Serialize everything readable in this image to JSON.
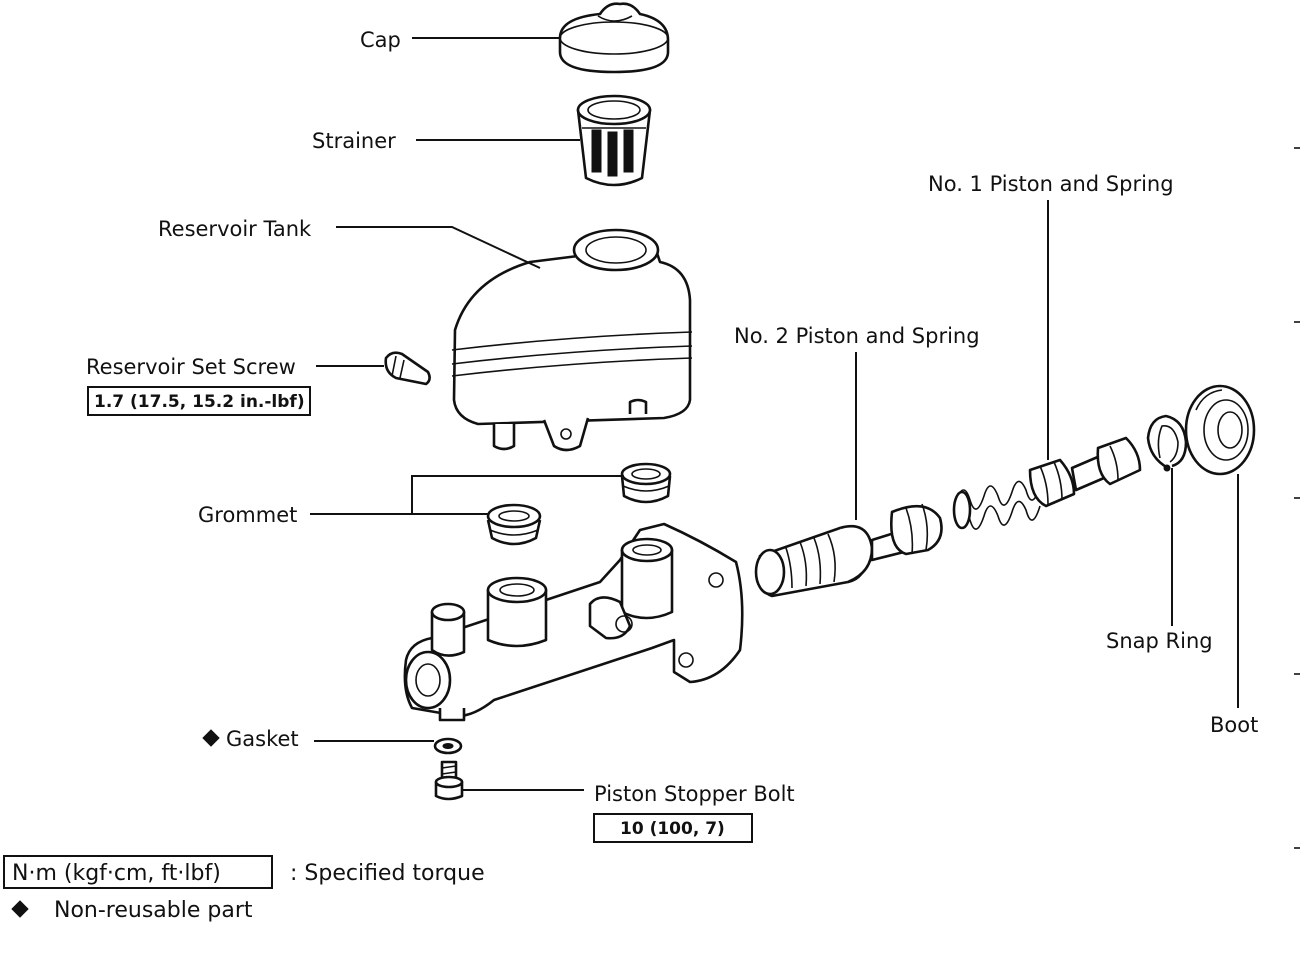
{
  "labels": {
    "cap": "Cap",
    "strainer": "Strainer",
    "reservoir_tank": "Reservoir Tank",
    "reservoir_set_screw": "Reservoir Set Screw",
    "reservoir_set_screw_torque": "1.7 (17.5, 15.2 in.-lbf)",
    "grommet": "Grommet",
    "gasket": "Gasket",
    "piston_stopper_bolt": "Piston Stopper Bolt",
    "piston_stopper_bolt_torque": "10 (100, 7)",
    "no2_piston": "No. 2 Piston and Spring",
    "no1_piston": "No. 1 Piston and Spring",
    "snap_ring": "Snap Ring",
    "boot": "Boot"
  },
  "legend": {
    "torque_units": "N·m (kgf·cm, ft·lbf)",
    "torque_desc": ": Specified torque",
    "nonreusable_desc": "Non-reusable part"
  },
  "colors": {
    "ink": "#111111",
    "paper": "#ffffff"
  }
}
